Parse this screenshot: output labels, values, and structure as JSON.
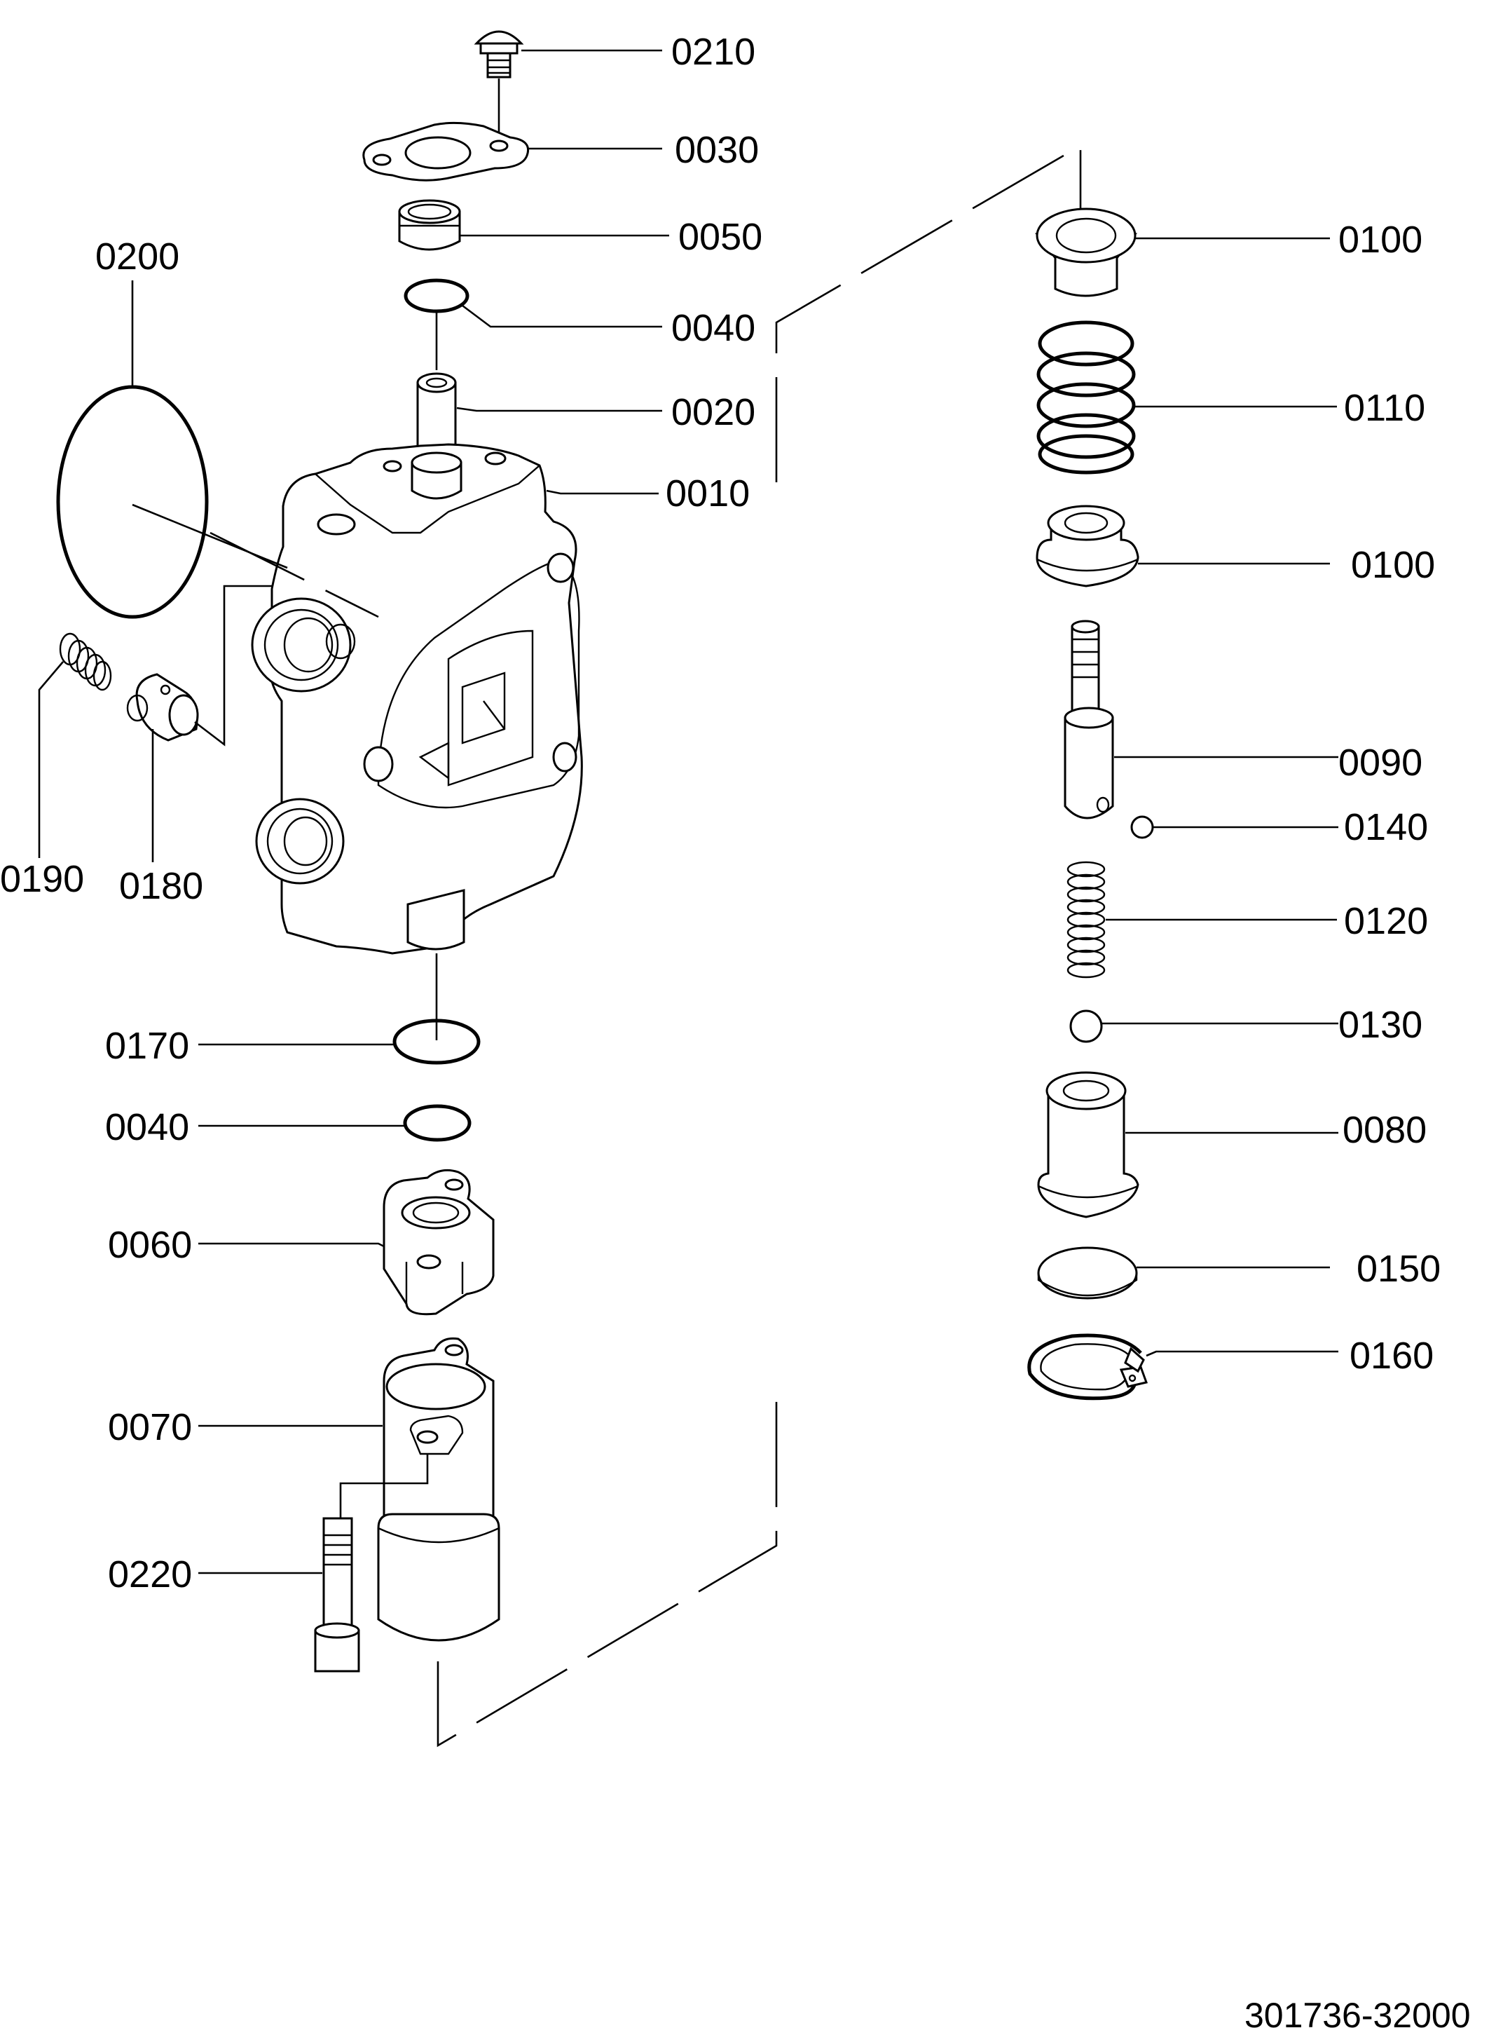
{
  "diagram": {
    "type": "exploded parts diagram",
    "labels": {
      "p0210": "0210",
      "p0030": "0030",
      "p0050": "0050",
      "p0040_top": "0040",
      "p0020": "0020",
      "p0010": "0010",
      "p0200": "0200",
      "p0190": "0190",
      "p0180": "0180",
      "p0170": "0170",
      "p0040_bottom": "0040",
      "p0060": "0060",
      "p0070": "0070",
      "p0220": "0220",
      "p0100_top": "0100",
      "p0110": "0110",
      "p0100_bottom": "0100",
      "p0090": "0090",
      "p0140": "0140",
      "p0120": "0120",
      "p0130": "0130",
      "p0080": "0080",
      "p0150": "0150",
      "p0160": "0160"
    },
    "document_number": "301736-32000"
  }
}
